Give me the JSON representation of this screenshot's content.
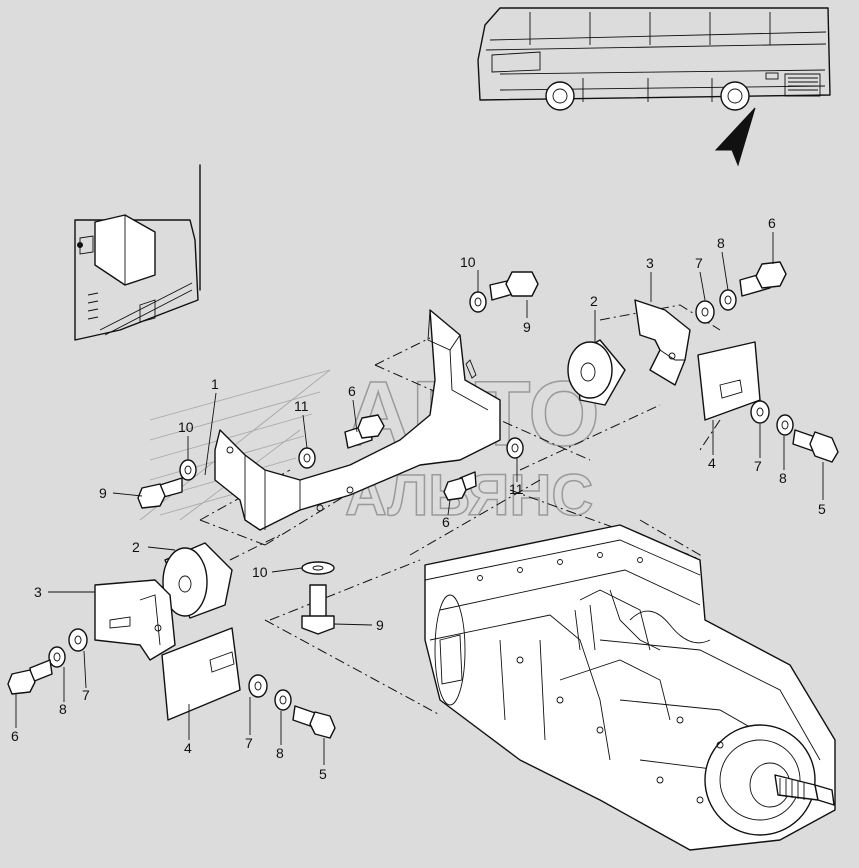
{
  "watermark": {
    "line1": "АВТО",
    "line2": "АЛЬЯНС"
  },
  "callouts": [
    {
      "id": "c10-top",
      "text": "10"
    },
    {
      "id": "c9-top",
      "text": "9"
    },
    {
      "id": "c3-top",
      "text": "3"
    },
    {
      "id": "c2-top",
      "text": "2"
    },
    {
      "id": "c7-top",
      "text": "7"
    },
    {
      "id": "c8-top",
      "text": "8"
    },
    {
      "id": "c6-top",
      "text": "6"
    },
    {
      "id": "c4-right",
      "text": "4"
    },
    {
      "id": "c7-right",
      "text": "7"
    },
    {
      "id": "c8-right",
      "text": "8"
    },
    {
      "id": "c5-right",
      "text": "5"
    },
    {
      "id": "c1",
      "text": "1"
    },
    {
      "id": "c10-left",
      "text": "10"
    },
    {
      "id": "c11-left",
      "text": "11"
    },
    {
      "id": "c6-mid",
      "text": "6"
    },
    {
      "id": "c9-left",
      "text": "9"
    },
    {
      "id": "c11-mid",
      "text": "11"
    },
    {
      "id": "c6-center",
      "text": "6"
    },
    {
      "id": "c2-left",
      "text": "2"
    },
    {
      "id": "c3-left",
      "text": "3"
    },
    {
      "id": "c10-center",
      "text": "10"
    },
    {
      "id": "c9-center",
      "text": "9"
    },
    {
      "id": "c6-bottom",
      "text": "6"
    },
    {
      "id": "c8-bottom",
      "text": "8"
    },
    {
      "id": "c7-bottom-left",
      "text": "7"
    },
    {
      "id": "c4-bottom",
      "text": "4"
    },
    {
      "id": "c7-bottom",
      "text": "7"
    },
    {
      "id": "c8-bottom-mid",
      "text": "8"
    },
    {
      "id": "c5-bottom",
      "text": "5"
    }
  ]
}
